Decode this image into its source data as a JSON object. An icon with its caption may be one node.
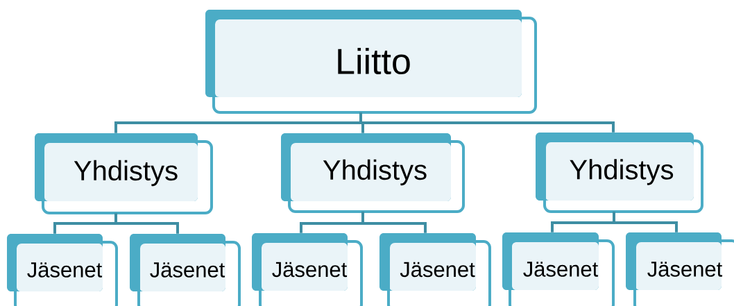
{
  "diagram": {
    "nodes": [
      {
        "text": [
          "Liitto"
        ]
      },
      {
        "text": [
          "Yhdistys"
        ]
      },
      {
        "text": [
          "Yhdistys"
        ]
      },
      {
        "text": [
          "Yhdistys"
        ]
      },
      {
        "text": [
          "Jäsenet"
        ]
      },
      {
        "text": [
          "Jäsenet"
        ]
      },
      {
        "text": [
          "Jäsenet"
        ]
      },
      {
        "text": [
          "Jäsenet"
        ]
      },
      {
        "text": [
          "Jäsenet"
        ]
      },
      {
        "text": [
          "Jäsenet"
        ]
      }
    ],
    "edges": [
      {
        "from": 0,
        "to": 1,
        "arrow": "none"
      },
      {
        "from": 0,
        "to": 2,
        "arrow": "none"
      },
      {
        "from": 0,
        "to": 3,
        "arrow": "none"
      },
      {
        "from": 1,
        "to": 4,
        "arrow": "none"
      },
      {
        "from": 1,
        "to": 5,
        "arrow": "none"
      },
      {
        "from": 2,
        "to": 6,
        "arrow": "none"
      },
      {
        "from": 2,
        "to": 7,
        "arrow": "none"
      },
      {
        "from": 3,
        "to": 8,
        "arrow": "none"
      },
      {
        "from": 3,
        "to": 9,
        "arrow": "none"
      }
    ]
  }
}
